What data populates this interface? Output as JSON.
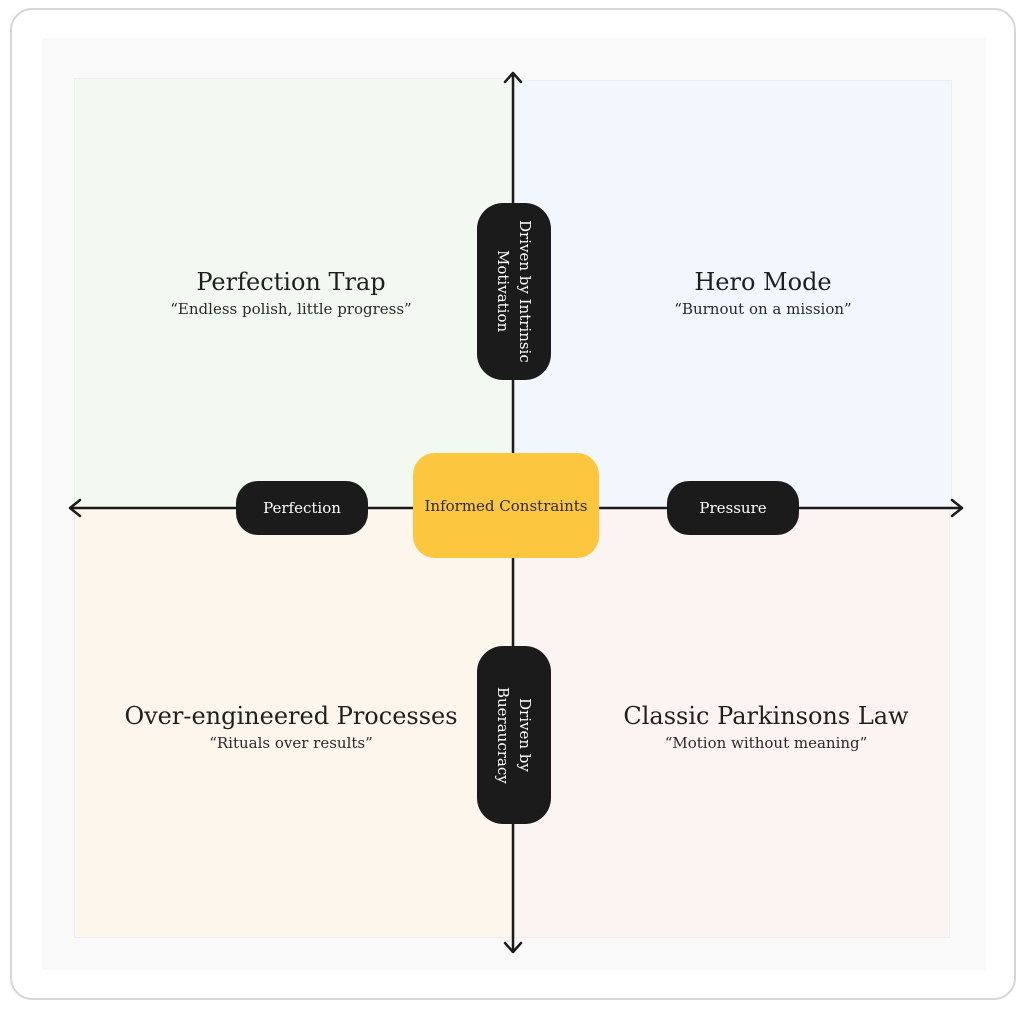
{
  "quadrants": {
    "top_left": {
      "title": "Perfection Trap",
      "subtitle": "“Endless polish, little progress”"
    },
    "top_right": {
      "title": "Hero Mode",
      "subtitle": "“Burnout on a mission”"
    },
    "bottom_left": {
      "title": "Over-engineered Processes",
      "subtitle": "“Rituals over results”"
    },
    "bottom_right": {
      "title": "Classic Parkinsons Law",
      "subtitle": "“Motion without meaning”"
    }
  },
  "axes": {
    "left": "Perfection",
    "right": "Pressure",
    "top": "Driven by Intrinsic Motivation",
    "bottom": "Driven by Bueraucracy"
  },
  "center_label": "Informed Constraints",
  "colors": {
    "center_fill": "#fcc73e",
    "pill_fill": "#1b1b1b",
    "top_left_fill": "#f1f9f1",
    "top_right_fill": "#f1f7fc",
    "bottom_left_fill": "#fcf6ed",
    "bottom_right_fill": "#fcf4f3"
  }
}
